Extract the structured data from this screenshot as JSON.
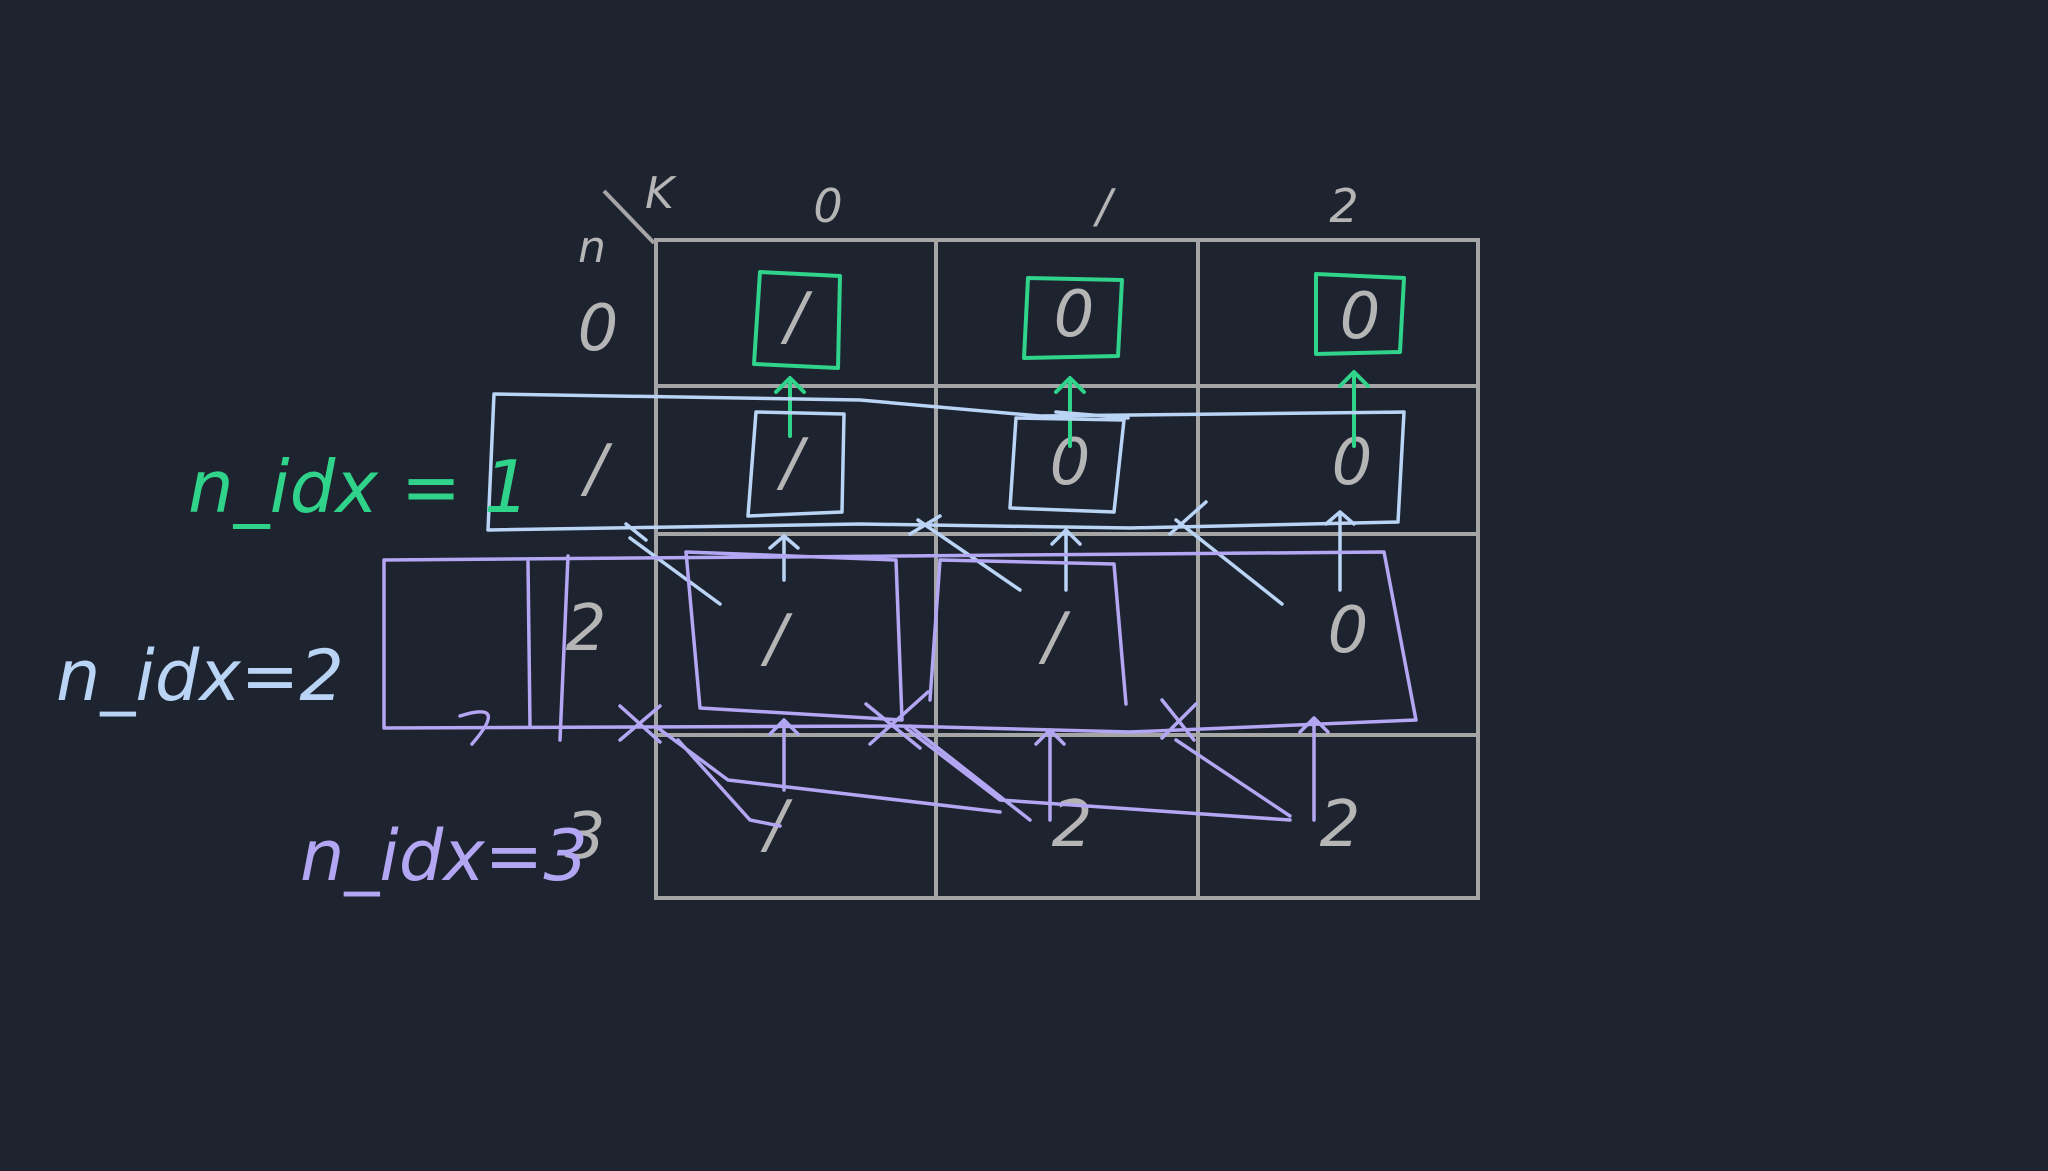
{
  "table": {
    "corner_row_symbol": "n",
    "corner_col_symbol": "K",
    "col_headers": [
      "0",
      "/",
      "2"
    ],
    "row_headers": [
      "0",
      "/",
      "2",
      "3"
    ],
    "cells": [
      [
        "/",
        "0",
        "0"
      ],
      [
        "/",
        "0",
        "0"
      ],
      [
        "/",
        "/",
        "0"
      ],
      [
        "/",
        "2",
        "2"
      ]
    ]
  },
  "annotations": [
    {
      "text": "n_idx = 1",
      "color": "#2fd38a"
    },
    {
      "text": "n_idx=2",
      "color": "#b9d4f5"
    },
    {
      "text": "n_idx=3",
      "color": "#b3a6f2"
    }
  ],
  "colors": {
    "background": "#1e2330",
    "grid": "#a5a5a5",
    "green": "#2fd38a",
    "light_blue": "#b9d4f5",
    "lavender": "#b3a6f2"
  }
}
